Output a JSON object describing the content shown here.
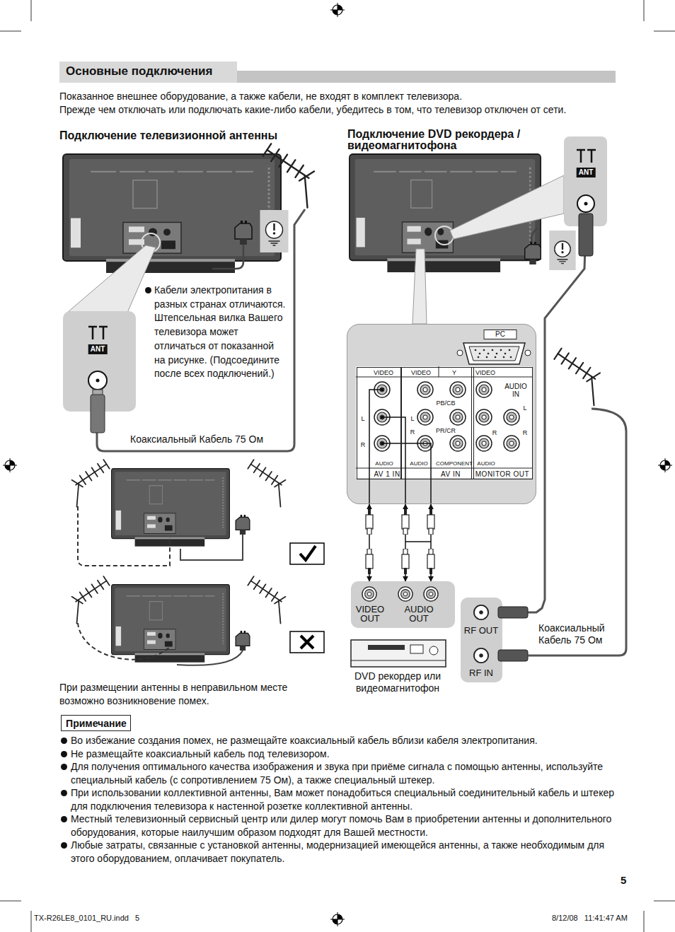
{
  "diagram": {
    "title": "Основные подключения",
    "nodes": [
      {
        "text": [
          "ANT"
        ]
      },
      {
        "text": [
          "ANT"
        ]
      },
      {
        "text": [
          "PC"
        ]
      },
      {
        "text": [
          "VIDEO",
          "L",
          "R",
          "AUDIO",
          "AV 1 IN"
        ],
        "in": 2
      },
      {
        "text": [
          "VIDEO",
          "Y",
          "PB/CB",
          "L",
          "PR/CR",
          "R",
          "AUDIO",
          "COMPONENT",
          "AV IN"
        ],
        "in": 2
      },
      {
        "text": [
          "VIDEO",
          "AUDIO IN",
          "L",
          "R",
          "R",
          "AUDIO",
          "MONITOR OUT"
        ],
        "in": 2
      },
      {
        "text": [
          "VIDEO OUT",
          "AUDIO OUT"
        ]
      },
      {
        "text": [
          "RF OUT",
          "RF IN"
        ]
      },
      {
        "text": [
          "Примечание"
        ]
      }
    ],
    "edges": [
      {
        "from": 6,
        "to": 2,
        "arrow": "both"
      },
      {
        "from": 6,
        "to": 2,
        "arrow": "both"
      },
      {
        "from": 6,
        "to": 2,
        "arrow": "both"
      },
      {
        "from": 7,
        "to": 1,
        "arrow": "none"
      }
    ],
    "labels": [
      "Показанное внешнее оборудование, а также кабели, не входят в комплект телевизора.",
      "Прежде чем отключать или подключать какие-либо кабели, убедитесь в том, что телевизор отключен от сети.",
      "Подключение телевизионной антенны",
      "Подключение DVD рекордера / видеомагнитофона",
      "Кабели электропитания в разных странах отличаются. Штепсельная вилка Вашего телевизора может отличаться от показанной на рисунке. (Подсоедините после всех подключений.)",
      "Коаксиальный Кабель 75 Ом",
      "DVD рекордер или видеомагнитофон",
      "Коаксиальный Кабель 75 Ом",
      "При размещении антенны в неправильном месте возможно возникновение помех.",
      "Во избежание создания помех, не размещайте коаксиальный кабель вблизи кабеля электропитания.",
      "Не размещайте коаксиальный кабель под телевизором.",
      "Для получения оптимального качества изображения и звука при приёме сигнала с помощью антенны, используйте специальный кабель (с сопротивлением 75 Ом), а также специальный штекер.",
      "При использовании коллективной антенны, Вам может понадобиться специальный соединительный кабель и штекер для подключения телевизора к настенной розетке коллективной антенны.",
      "Местный телевизионный сервисный центр или дилер могут помочь Вам в приобретении антенны и дополнительного оборудования, которые наилучшим образом подходят для Вашей местности.",
      "Любые затраты, связанные с установкой антенны, модернизацией имеющейся антенны, а также необходимым для этого оборудованием, оплачивает покупатель.",
      "5",
      "TX-R26LE8_0101_RU.indd   5",
      "8/12/08   11:41:47 AM"
    ]
  }
}
